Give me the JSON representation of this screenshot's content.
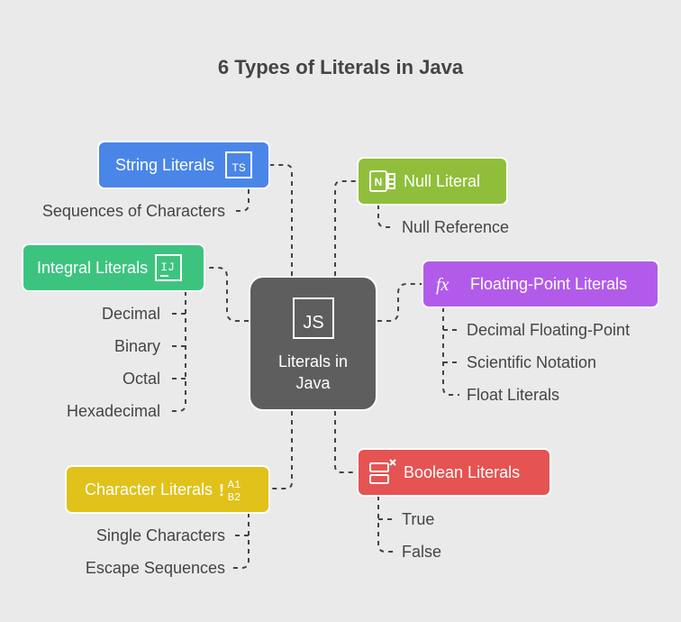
{
  "title": "6 Types of Literals in Java",
  "center": {
    "label": "Literals in Java",
    "icon": "js-icon"
  },
  "branches": {
    "string": {
      "label": "String Literals",
      "icon": "ts-icon",
      "color": "#4a86e8",
      "items": [
        "Sequences of Characters"
      ]
    },
    "integral": {
      "label": "Integral Literals",
      "icon": "ij-icon",
      "color": "#3cc47f",
      "items": [
        "Decimal",
        "Binary",
        "Octal",
        "Hexadecimal"
      ]
    },
    "character": {
      "label": "Character Literals",
      "icon": "a1b2-icon",
      "color": "#e0c21a",
      "items": [
        "Single Characters",
        "Escape Sequences"
      ]
    },
    "null": {
      "label": "Null Literal",
      "icon": "notion-icon",
      "color": "#8fbf3a",
      "items": [
        "Null Reference"
      ]
    },
    "floating": {
      "label": "Floating-Point Literals",
      "icon": "fx-icon",
      "color": "#b25bea",
      "items": [
        "Decimal Floating-Point",
        "Scientific Notation",
        "Float Literals"
      ]
    },
    "boolean": {
      "label": "Boolean Literals",
      "icon": "toggle-x-icon",
      "color": "#e55353",
      "items": [
        "True",
        "False"
      ]
    }
  }
}
